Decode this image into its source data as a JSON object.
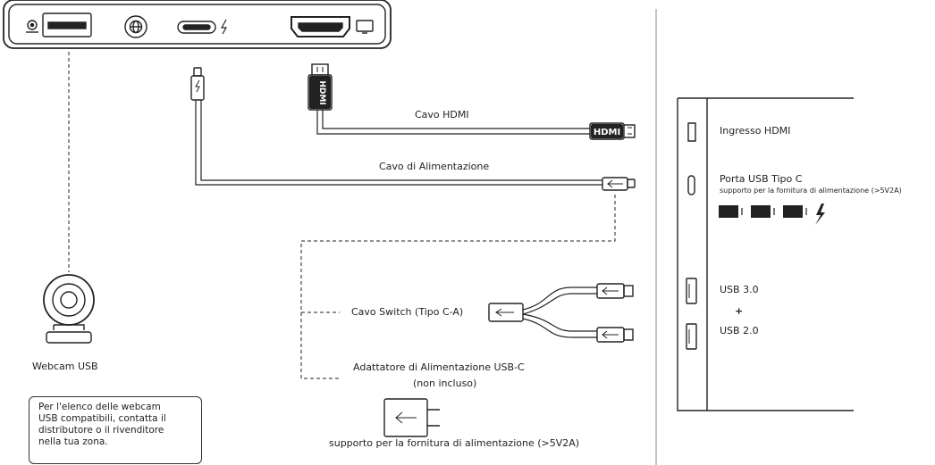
{
  "left_panel": {
    "labels": {
      "cable_hdmi": "Cavo HDMI",
      "cable_power": "Cavo di Alimentazione",
      "cable_switch": "Cavo Switch (Tipo C-A)",
      "power_adapter": "Adattatore di Alimentazione USB-C",
      "not_included": "(non incluso)",
      "webcam": "Webcam USB",
      "power_spec": "supporto per la fornitura di alimentazione (>5V2A)",
      "hdmi_plug_text": "HDMI"
    },
    "note": "Per l'elenco delle webcam\nUSB compatibili, contatta il\ndistributore o il rivenditore\nnella tua zona."
  },
  "right_panel": {
    "hdmi_in": "Ingresso HDMI",
    "usbc_title": "Porta USB Tipo C",
    "usbc_subtitle": "supporto per la fornitura di alimentazione (>5V2A)",
    "usb3": "USB 3.0",
    "plus": "+",
    "usb2": "USB 2.0"
  },
  "icons": [
    "camera-icon",
    "usb-a-port-icon",
    "globe-icon",
    "usb-c-port-icon",
    "lightning-icon",
    "hdmi-port-icon",
    "monitor-icon",
    "usb-logo-icon",
    "usb-superspeed-icon",
    "usb-superspeed-10-icon",
    "webcam-icon",
    "power-adapter-icon"
  ]
}
